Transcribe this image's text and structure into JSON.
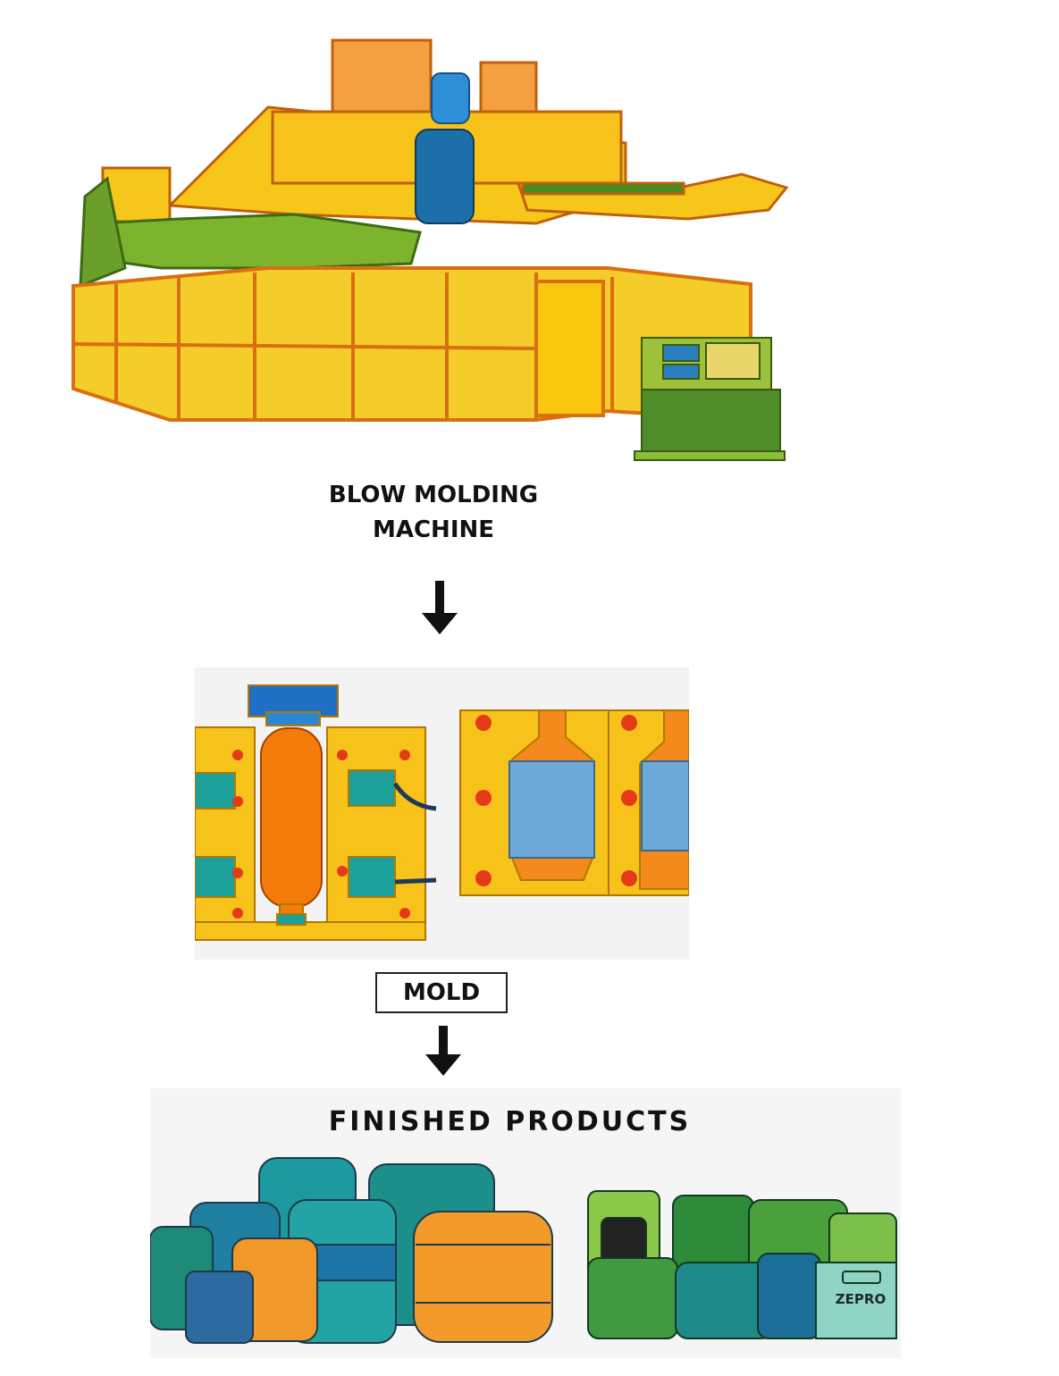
{
  "machine": {
    "label": "BLOW MOLDING MACHINE"
  },
  "mold": {
    "label": "MOLD"
  },
  "products": {
    "title": "FINISHED PRODUCTS",
    "box_brand": "ZEPRO"
  },
  "colors": {
    "frame_orange": "#f08a1c",
    "panel_yellow": "#f7c61a",
    "green": "#6aa02a",
    "blue": "#2f8fd6",
    "teal": "#1d9aa0",
    "dark_green": "#2e7d32"
  }
}
